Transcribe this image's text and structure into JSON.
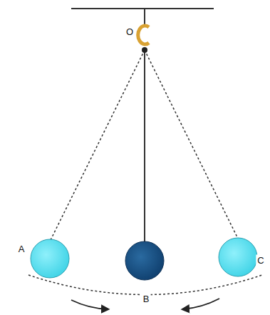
{
  "diagram": {
    "labels": [
      "O",
      "A",
      "B",
      "C"
    ]
  }
}
